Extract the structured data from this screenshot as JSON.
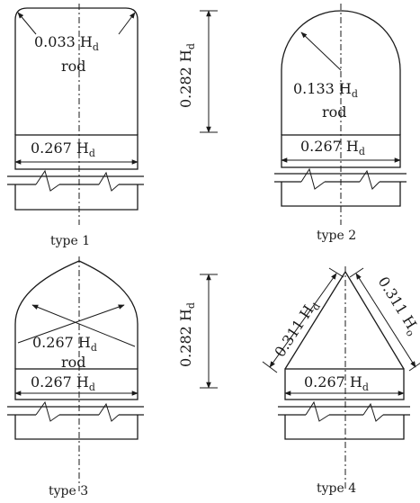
{
  "figure": {
    "type1": {
      "caption": "type 1",
      "radius_value": "0.033 H",
      "radius_sub": "d",
      "rod": "rod",
      "width_value": "0.267 H",
      "width_sub": "d"
    },
    "type2": {
      "caption": "type 2",
      "radius_value": "0.133 H",
      "radius_sub": "d",
      "rod": "rod",
      "width_value": "0.267 H",
      "width_sub": "d"
    },
    "type3": {
      "caption": "type 3",
      "radius_value": "0.267 H",
      "radius_sub": "d",
      "rod": "rod",
      "width_value": "0.267 H",
      "width_sub": "d"
    },
    "type4": {
      "caption": "type 4",
      "left_value": "0.311 H",
      "left_sub": "d",
      "right_value": "0.311 H",
      "right_sub": "o",
      "width_value": "0.267 H",
      "width_sub": "d"
    },
    "height_top": {
      "value": "0.282 H",
      "sub": "d"
    },
    "height_bottom": {
      "value": "0.282 H",
      "sub": "d"
    }
  }
}
